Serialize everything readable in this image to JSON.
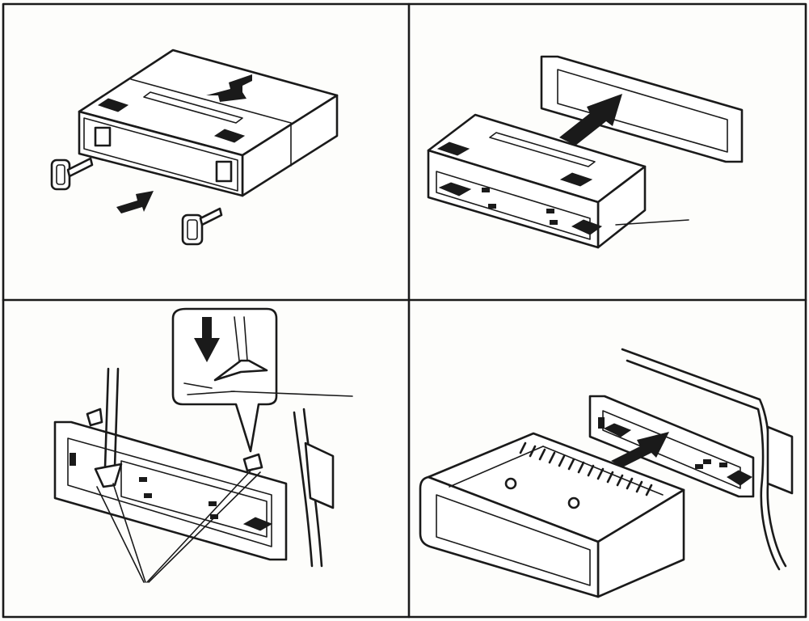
{
  "figure": {
    "panels": [
      {
        "id": "remove-unit",
        "icons": [
          "radio-unit",
          "release-key-left",
          "release-key-right",
          "pull-out-arrow",
          "push-in-arrow"
        ]
      },
      {
        "id": "remove-trim-frame",
        "icons": [
          "mounting-sleeve",
          "trim-frame",
          "lift-off-arrow",
          "leader-line"
        ]
      },
      {
        "id": "bend-tabs",
        "icons": [
          "sleeve-in-dashboard",
          "screwdriver",
          "magnified-callout",
          "down-arrow",
          "pointer-lines"
        ]
      },
      {
        "id": "insert-unit",
        "icons": [
          "radio-unit",
          "mounted-sleeve",
          "dashboard-panel",
          "insert-arrow"
        ]
      }
    ],
    "colors": {
      "ink": "#1a1a1a",
      "paper": "#fdfdfb"
    }
  }
}
